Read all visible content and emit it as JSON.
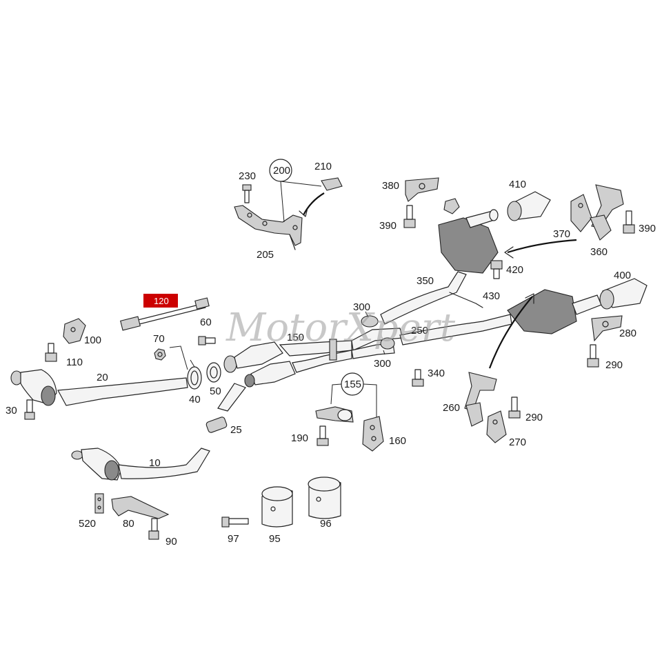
{
  "watermark": "MotorXpert",
  "highlight": {
    "label": "120",
    "color": "#cc0000"
  },
  "labels": {
    "p10": "10",
    "p20": "20",
    "p25": "25",
    "p30": "30",
    "p40": "40",
    "p50": "50",
    "p60": "60",
    "p70": "70",
    "p80": "80",
    "p90": "90",
    "p95": "95",
    "p96": "96",
    "p97": "97",
    "p100": "100",
    "p110": "110",
    "p150": "150",
    "p155": "155",
    "p160": "160",
    "p190": "190",
    "p200": "200",
    "p205": "205",
    "p210": "210",
    "p230": "230",
    "p250": "250",
    "p260": "260",
    "p270": "270",
    "p280": "280",
    "p290a": "290",
    "p290b": "290",
    "p300a": "300",
    "p300b": "300",
    "p340": "340",
    "p350": "350",
    "p360": "360",
    "p370": "370",
    "p380": "380",
    "p390a": "390",
    "p390b": "390",
    "p400": "400",
    "p410": "410",
    "p420": "420",
    "p430": "430",
    "p520": "520"
  }
}
